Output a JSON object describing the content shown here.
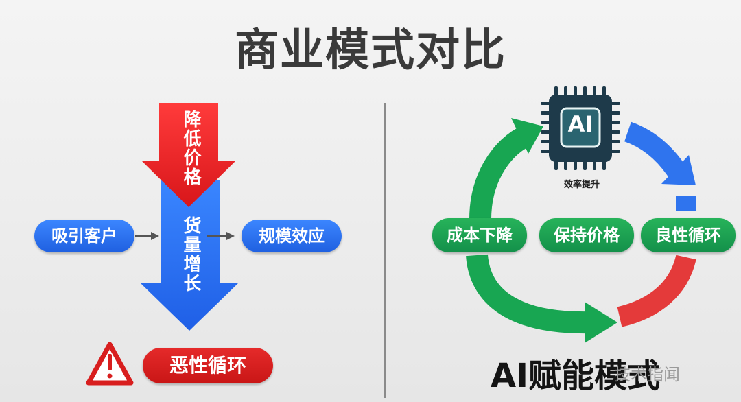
{
  "title": "商业模式对比",
  "left": {
    "down_arrow_label": "降低价格",
    "growth_arrow_label": "货量增长",
    "input_node": "吸引客户",
    "output_node": "规模效应",
    "result_label": "恶性循环",
    "colors": {
      "red": "#e21f1f",
      "blue": "#2a6ef0"
    }
  },
  "right": {
    "chip_label": "AI",
    "chip_caption": "效率提升",
    "nodes": [
      "成本下降",
      "保持价格",
      "良性循环"
    ],
    "mode_title": "AI赋能模式",
    "colors": {
      "green": "#18a652",
      "blue": "#2f74ee",
      "red": "#e43a3a",
      "chip": "#1e3a4a"
    }
  },
  "watermark": "技术指闻"
}
